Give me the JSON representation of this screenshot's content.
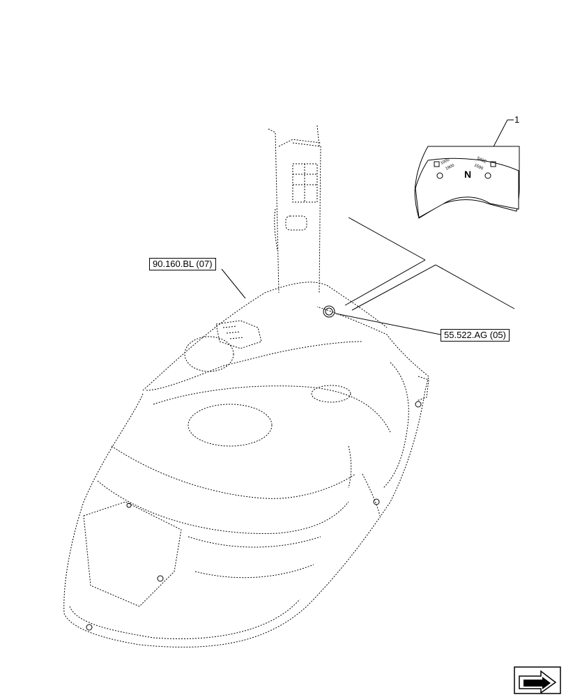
{
  "callouts": {
    "ref_left": "90.160.BL (07)",
    "ref_right": "55.522.AG (05)",
    "item_number": "1"
  },
  "decal": {
    "center_letter": "N",
    "left_speed_top": "1000",
    "left_speed_bottom": "1900",
    "right_speed_top": "540E",
    "right_speed_bottom": "1590"
  },
  "navigation": {
    "icon": "page-arrow-icon"
  }
}
